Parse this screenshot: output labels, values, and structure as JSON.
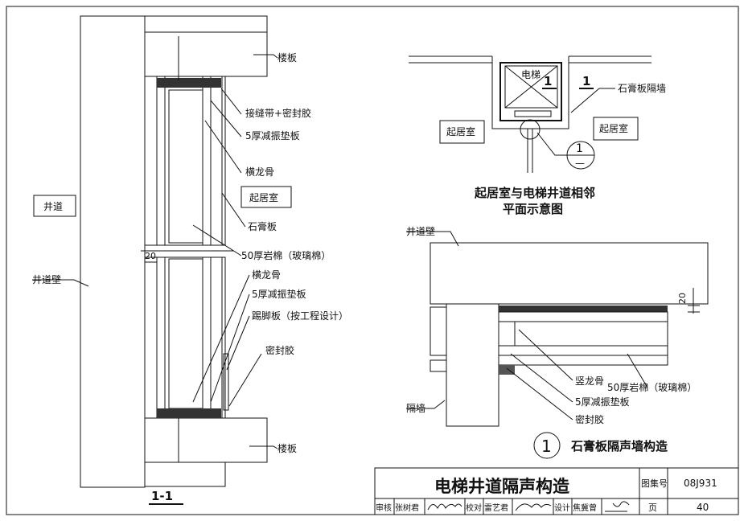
{
  "section_view": {
    "section_label": "1-1",
    "labels": {
      "floor_slab_top": "楼板",
      "joint_tape_sealant": "接缝带+密封胶",
      "damping_pad_top": "5厚减振垫板",
      "horizontal_keel_top": "横龙骨",
      "living_room": "起居室",
      "gypsum_board": "石膏板",
      "rock_wool": "50厚岩棉（玻璃棉）",
      "horizontal_keel_bottom": "横龙骨",
      "damping_pad_bottom": "5厚减振垫板",
      "skirting": "踢脚板（按工程设计）",
      "sealant": "密封胶",
      "floor_slab_bottom": "楼板",
      "shaft": "井道",
      "shaft_wall": "井道壁",
      "dim_20": "20"
    }
  },
  "plan_view": {
    "elevator": "电梯",
    "cut_mark_1": "1",
    "cut_mark_2": "1",
    "gypsum_partition": "石膏板隔墙",
    "living_room_left": "起居室",
    "living_room_right": "起居室",
    "detail_ref_number": "1",
    "detail_ref_sheet": "—",
    "title_line1": "起居室与电梯井道相邻",
    "title_line2": "平面示意图"
  },
  "detail_view": {
    "shaft_wall": "井道壁",
    "dim_20": "20",
    "vertical_keel": "竖龙骨",
    "rock_wool": "50厚岩棉（玻璃棉）",
    "damping_pad": "5厚减振垫板",
    "sealant": "密封胶",
    "partition": "隔墙",
    "detail_number": "1",
    "detail_title": "石膏板隔声墙构造"
  },
  "title_block": {
    "title": "电梯井道隔声构造",
    "atlas_label": "图集号",
    "atlas_number": "08J931",
    "page_label": "页",
    "page_number": "40",
    "review_label": "审核",
    "reviewer": "张树君",
    "reviewer_sig": "张树君",
    "check_label": "校对",
    "checker": "雷艺君",
    "checker_sig": "雷艺君",
    "design_label": "设计",
    "designer": "焦冀曾",
    "designer_sig": "焦冀曾"
  }
}
